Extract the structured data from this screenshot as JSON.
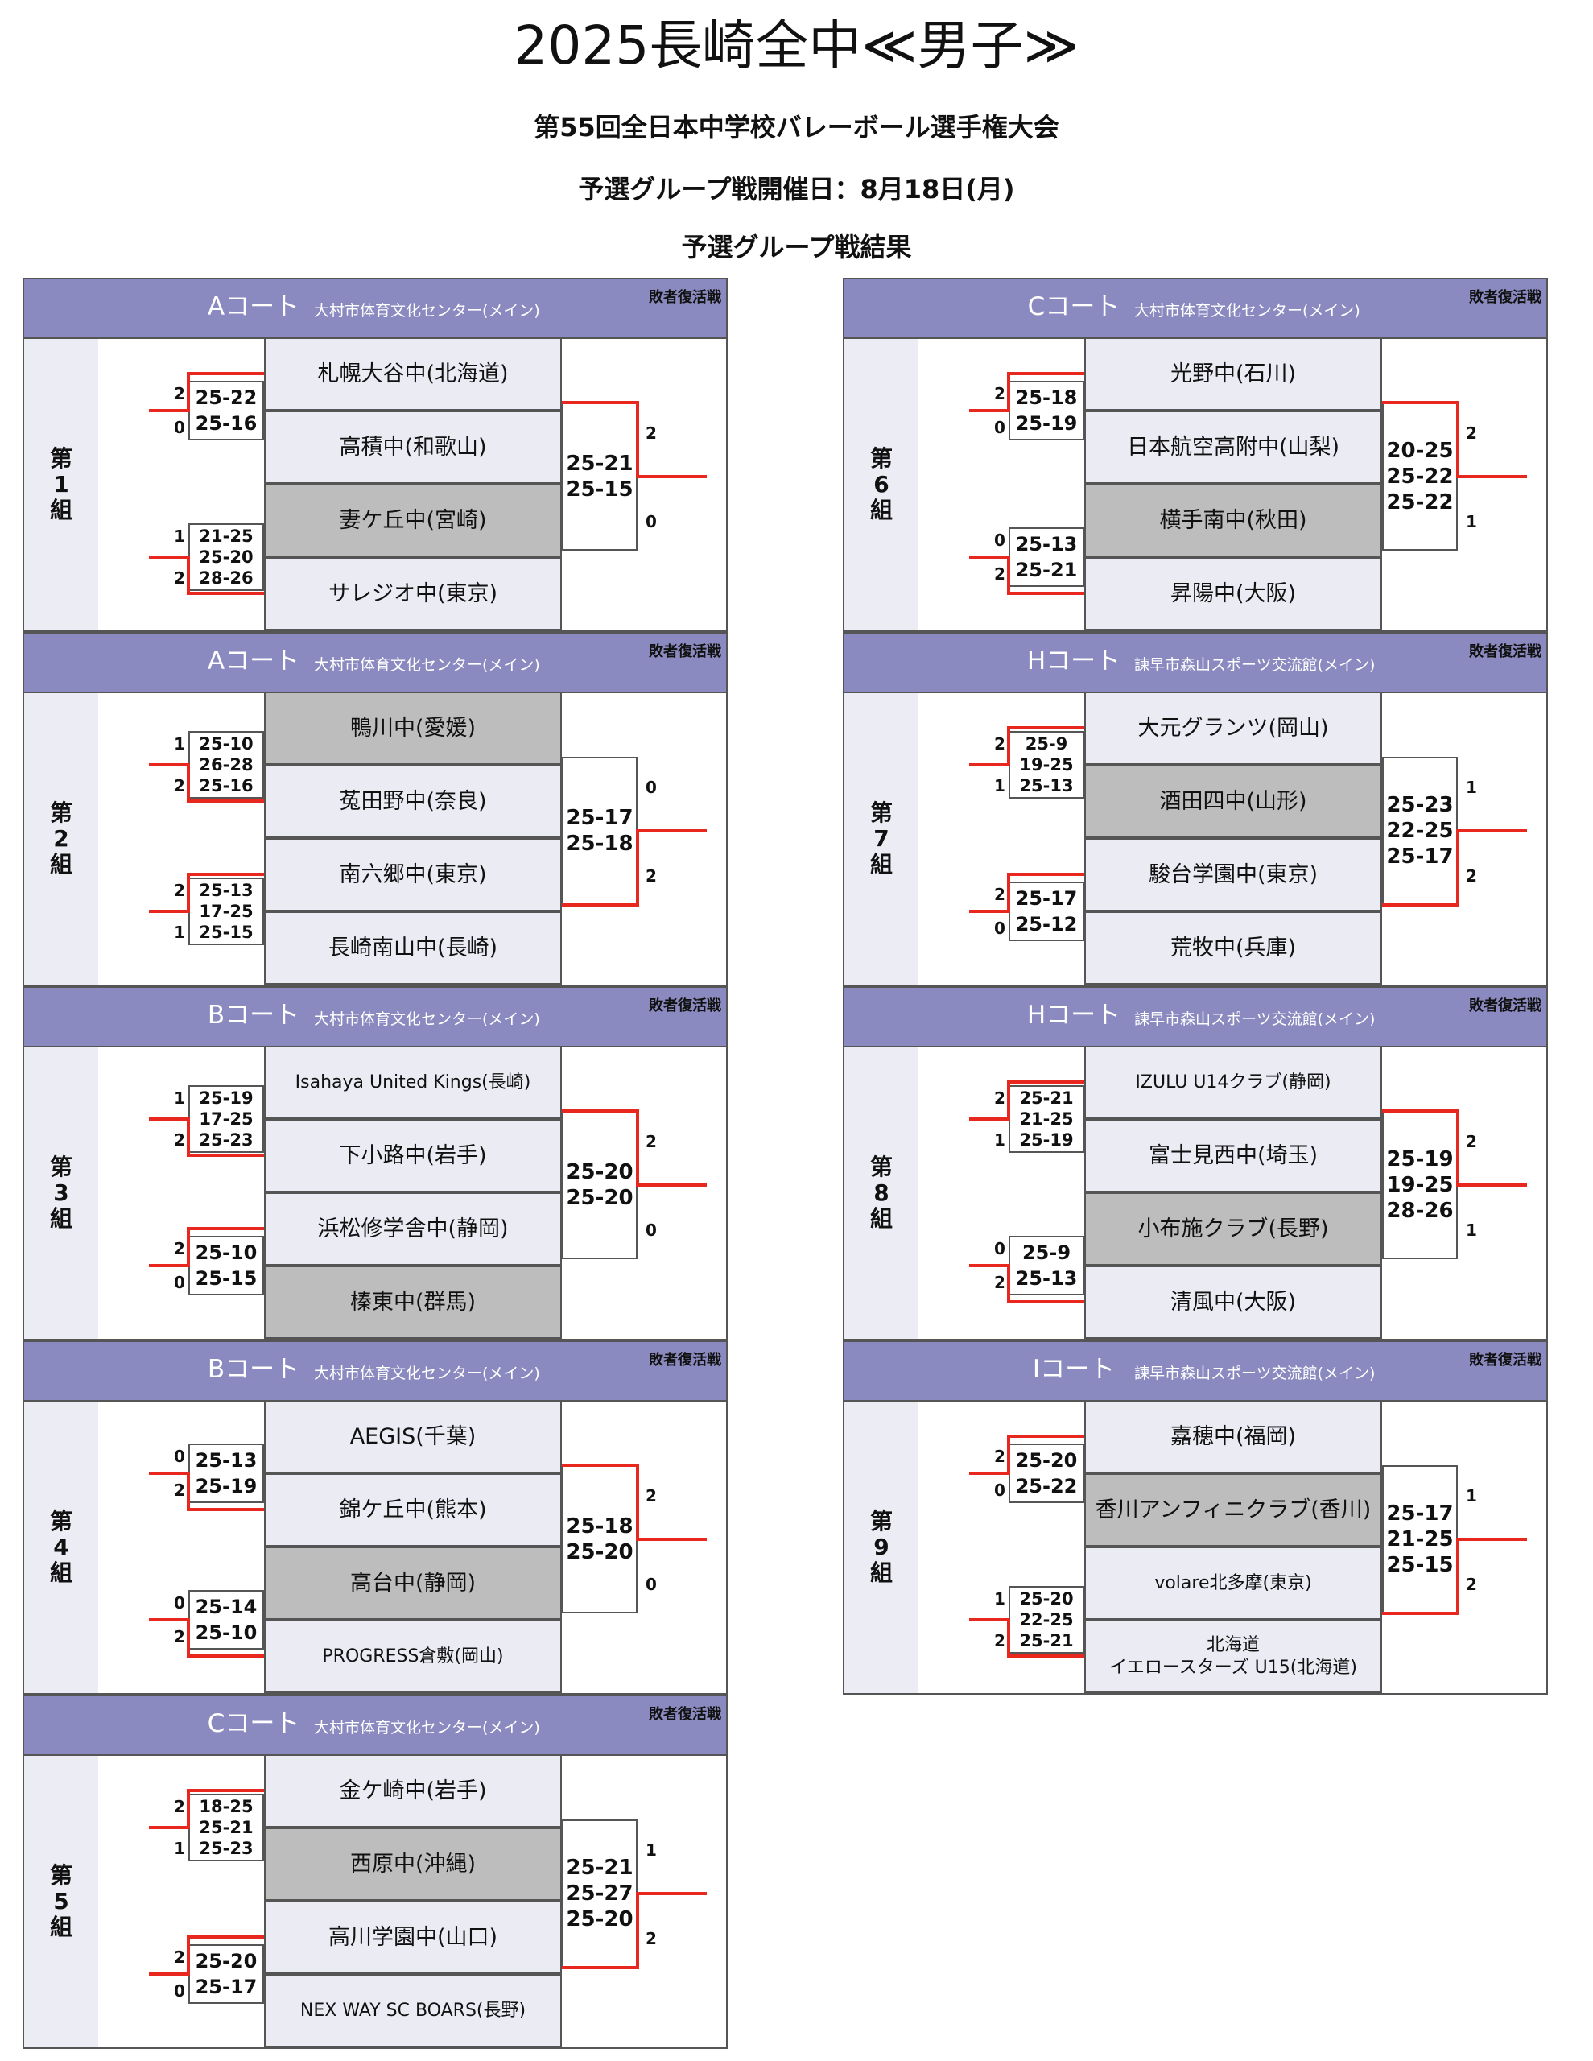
{
  "header": {
    "title": "2025長崎全中≪男子≫",
    "subtitle": "第55回全日本中学校バレーボール選手権大会",
    "date_line": "予選グループ戦開催日：8月18日(月)",
    "section": "予選グループ戦結果"
  },
  "loser_label": "敗者復活戦",
  "groups": [
    {
      "label": "第\n1\n組",
      "court": "Aコート",
      "venue": "大村市体育文化センター(メイン)",
      "teams": [
        "札幌大谷中(北海道)",
        "高積中(和歌山)",
        "妻ケ丘中(宮崎)",
        "サレジオ中(東京)"
      ],
      "m1": {
        "a": "2",
        "b": "0",
        "scores": [
          "25-22",
          "25-16"
        ]
      },
      "m2": {
        "a": "1",
        "b": "2",
        "scores": [
          "21-25",
          "25-20",
          "28-26"
        ]
      },
      "final": {
        "a": "2",
        "b": "0",
        "scores": [
          "25-21",
          "25-15"
        ]
      }
    },
    {
      "label": "第\n2\n組",
      "court": "Aコート",
      "venue": "大村市体育文化センター(メイン)",
      "teams": [
        "鴨川中(愛媛)",
        "菟田野中(奈良)",
        "南六郷中(東京)",
        "長崎南山中(長崎)"
      ],
      "m1": {
        "a": "1",
        "b": "2",
        "scores": [
          "25-10",
          "26-28",
          "25-16"
        ]
      },
      "m2": {
        "a": "2",
        "b": "1",
        "scores": [
          "25-13",
          "17-25",
          "25-15"
        ]
      },
      "final": {
        "a": "0",
        "b": "2",
        "scores": [
          "25-17",
          "25-18"
        ]
      }
    },
    {
      "label": "第\n3\n組",
      "court": "Bコート",
      "venue": "大村市体育文化センター(メイン)",
      "teams": [
        "Isahaya United Kings(長崎)",
        "下小路中(岩手)",
        "浜松修学舎中(静岡)",
        "榛東中(群馬)"
      ],
      "m1": {
        "a": "1",
        "b": "2",
        "scores": [
          "25-19",
          "17-25",
          "25-23"
        ]
      },
      "m2": {
        "a": "2",
        "b": "0",
        "scores": [
          "25-10",
          "25-15"
        ]
      },
      "final": {
        "a": "2",
        "b": "0",
        "scores": [
          "25-20",
          "25-20"
        ]
      }
    },
    {
      "label": "第\n4\n組",
      "court": "Bコート",
      "venue": "大村市体育文化センター(メイン)",
      "teams": [
        "AEGIS(千葉)",
        "錦ケ丘中(熊本)",
        "高台中(静岡)",
        "PROGRESS倉敷(岡山)"
      ],
      "m1": {
        "a": "0",
        "b": "2",
        "scores": [
          "25-13",
          "25-19"
        ]
      },
      "m2": {
        "a": "0",
        "b": "2",
        "scores": [
          "25-14",
          "25-10"
        ]
      },
      "final": {
        "a": "2",
        "b": "0",
        "scores": [
          "25-18",
          "25-20"
        ]
      }
    },
    {
      "label": "第\n5\n組",
      "court": "Cコート",
      "venue": "大村市体育文化センター(メイン)",
      "teams": [
        "金ケ崎中(岩手)",
        "西原中(沖縄)",
        "高川学園中(山口)",
        "NEX WAY SC BOARS(長野)"
      ],
      "m1": {
        "a": "2",
        "b": "1",
        "scores": [
          "18-25",
          "25-21",
          "25-23"
        ]
      },
      "m2": {
        "a": "2",
        "b": "0",
        "scores": [
          "25-20",
          "25-17"
        ]
      },
      "final": {
        "a": "1",
        "b": "2",
        "scores": [
          "25-21",
          "25-27",
          "25-20"
        ]
      }
    },
    {
      "label": "第\n6\n組",
      "court": "Cコート",
      "venue": "大村市体育文化センター(メイン)",
      "teams": [
        "光野中(石川)",
        "日本航空高附中(山梨)",
        "横手南中(秋田)",
        "昇陽中(大阪)"
      ],
      "m1": {
        "a": "2",
        "b": "0",
        "scores": [
          "25-18",
          "25-19"
        ]
      },
      "m2": {
        "a": "0",
        "b": "2",
        "scores": [
          "25-13",
          "25-21"
        ]
      },
      "final": {
        "a": "2",
        "b": "1",
        "scores": [
          "20-25",
          "25-22",
          "25-22"
        ]
      }
    },
    {
      "label": "第\n7\n組",
      "court": "Hコート",
      "venue": "諫早市森山スポーツ交流館(メイン)",
      "teams": [
        "大元グランツ(岡山)",
        "酒田四中(山形)",
        "駿台学園中(東京)",
        "荒牧中(兵庫)"
      ],
      "m1": {
        "a": "2",
        "b": "1",
        "scores": [
          "25-9",
          "19-25",
          "25-13"
        ]
      },
      "m2": {
        "a": "2",
        "b": "0",
        "scores": [
          "25-17",
          "25-12"
        ]
      },
      "final": {
        "a": "1",
        "b": "2",
        "scores": [
          "25-23",
          "22-25",
          "25-17"
        ]
      }
    },
    {
      "label": "第\n8\n組",
      "court": "Hコート",
      "venue": "諫早市森山スポーツ交流館(メイン)",
      "teams": [
        "IZULU U14クラブ(静岡)",
        "富士見西中(埼玉)",
        "小布施クラブ(長野)",
        "清風中(大阪)"
      ],
      "m1": {
        "a": "2",
        "b": "1",
        "scores": [
          "25-21",
          "21-25",
          "25-19"
        ]
      },
      "m2": {
        "a": "0",
        "b": "2",
        "scores": [
          "25-9",
          "25-13"
        ]
      },
      "final": {
        "a": "2",
        "b": "1",
        "scores": [
          "25-19",
          "19-25",
          "28-26"
        ]
      }
    },
    {
      "label": "第\n9\n組",
      "court": "Iコート",
      "venue": "諫早市森山スポーツ交流館(メイン)",
      "teams": [
        "嘉穂中(福岡)",
        "香川アンフィニクラブ(香川)",
        "volare北多摩(東京)",
        "北海道\nイエロースターズ U15(北海道)"
      ],
      "m1": {
        "a": "2",
        "b": "0",
        "scores": [
          "25-20",
          "25-22"
        ]
      },
      "m2": {
        "a": "1",
        "b": "2",
        "scores": [
          "25-20",
          "22-25",
          "25-21"
        ]
      },
      "final": {
        "a": "1",
        "b": "2",
        "scores": [
          "25-17",
          "21-25",
          "25-15"
        ]
      }
    }
  ]
}
